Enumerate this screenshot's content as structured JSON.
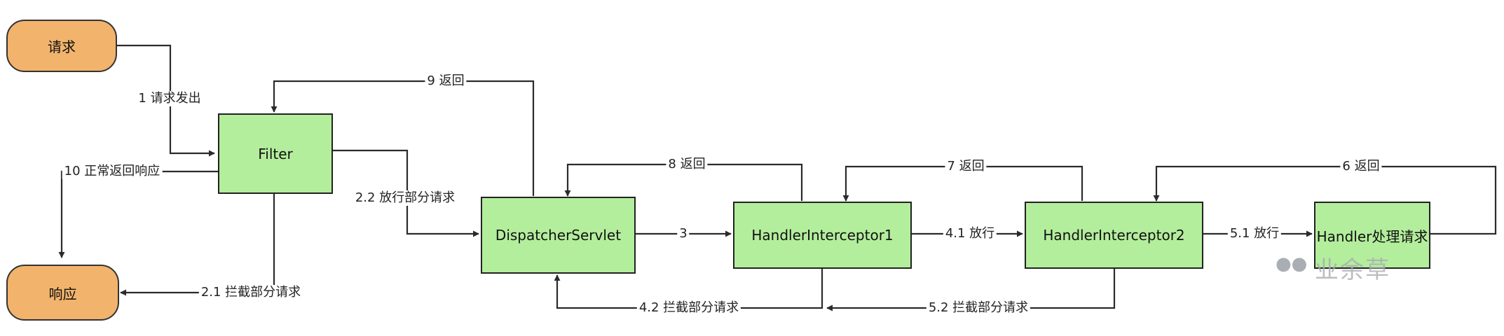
{
  "nodes": {
    "request": "请求",
    "response": "响应",
    "filter": "Filter",
    "dispatcher": "DispatcherServlet",
    "interceptor1": "HandlerInterceptor1",
    "interceptor2": "HandlerInterceptor2",
    "handler": "Handler处理请求"
  },
  "edges": {
    "e1": "1 请求发出",
    "e9": "9 返回",
    "e10": "10 正常返回响应",
    "e22": "2.2 放行部分请求",
    "e21": "2.1 拦截部分请求",
    "e8": "8 返回",
    "e3": "3",
    "e7": "7 返回",
    "e41": "4.1 放行",
    "e6": "6 返回",
    "e51": "5.1 放行",
    "e42": "4.2 拦截部分请求",
    "e52": "5.2 拦截部分请求"
  },
  "watermark": {
    "icon": "wechat-icon",
    "text": "业余草"
  },
  "colors": {
    "box_fill": "#b3ee9c",
    "terminal_fill": "#f2b36c",
    "line": "#2b2b2b"
  }
}
